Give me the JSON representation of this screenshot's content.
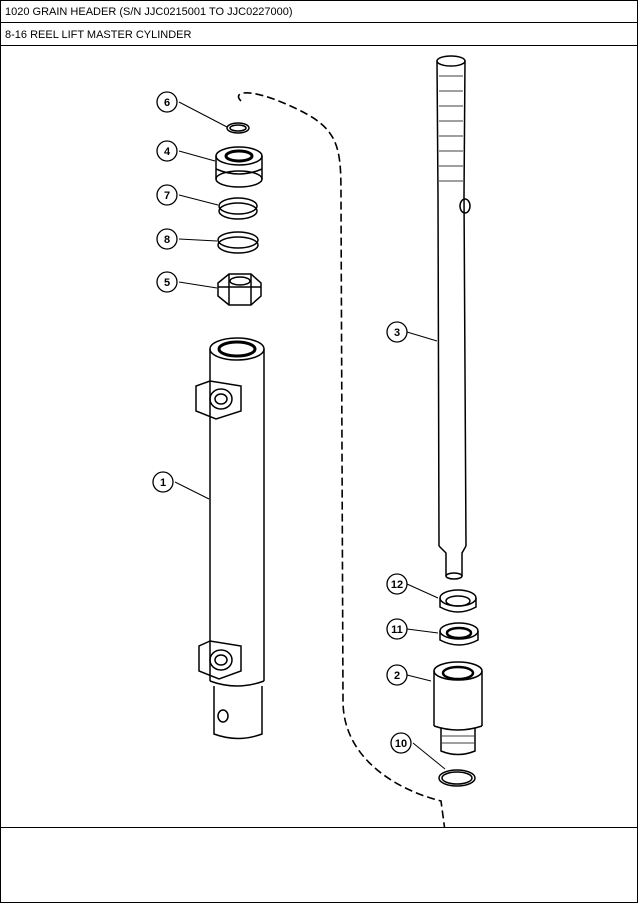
{
  "header": {
    "model_line": "1020 GRAIN HEADER (S/N JJC0215001 TO JJC0227000)",
    "section_title": "8-16 REEL LIFT MASTER CYLINDER"
  },
  "callouts": {
    "c1": "1",
    "c2": "2",
    "c3": "3",
    "c4": "4",
    "c5": "5",
    "c6": "6",
    "c7": "7",
    "c8": "8",
    "c10": "10",
    "c11": "11",
    "c12": "12"
  },
  "colors": {
    "line": "#000000",
    "background": "#ffffff"
  }
}
